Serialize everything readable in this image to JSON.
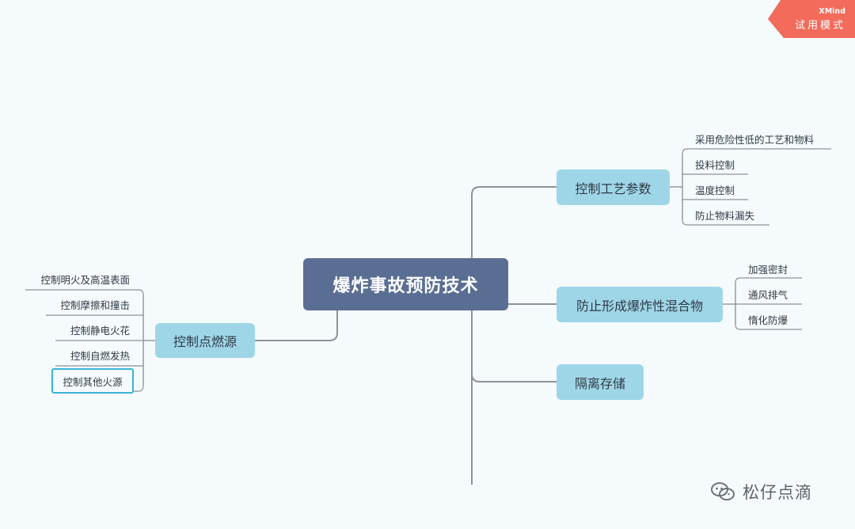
{
  "badge": {
    "brand": "XMind",
    "mode": "试用模式",
    "color": "#f26b5b"
  },
  "mindmap": {
    "root": "爆炸事故预防技术",
    "branches": {
      "process": {
        "label": "控制工艺参数",
        "children": [
          "采用危险性低的工艺和物料",
          "投料控制",
          "温度控制",
          "防止物料漏失"
        ]
      },
      "mixture": {
        "label": "防止形成爆炸性混合物",
        "children": [
          "加强密封",
          "通风排气",
          "惰化防爆"
        ]
      },
      "storage": {
        "label": "隔离存储",
        "children": []
      },
      "ignition": {
        "label": "控制点燃源",
        "children": [
          "控制明火及高温表面",
          "控制摩擦和撞击",
          "控制静电火花",
          "控制自燃发热",
          "控制其他火源"
        ],
        "selected_child": "控制其他火源"
      }
    },
    "colors": {
      "root_fill": "#5a6e93",
      "branch_fill": "#9fd6e7",
      "connector": "#8c9399",
      "selection": "#39b4d6"
    }
  },
  "watermark": {
    "text": "松仔点滴",
    "icon": "wechat-official-account-icon"
  }
}
